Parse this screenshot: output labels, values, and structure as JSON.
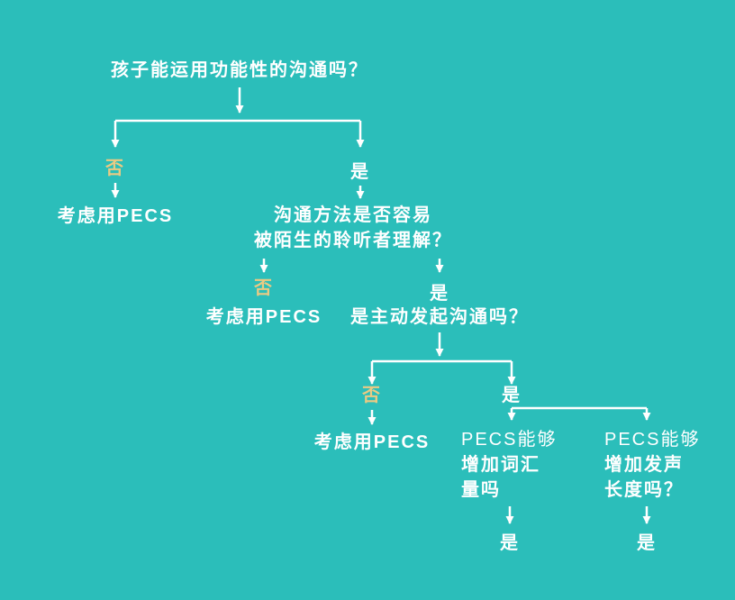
{
  "colors": {
    "background": "#2bbeba",
    "text": "#ffffff",
    "no_accent": "#eaca83"
  },
  "nodes": {
    "q1": "孩子能运用功能性的沟通吗？",
    "branch1": {
      "no": "否",
      "yes": "是"
    },
    "consider_pecs_1": "考虑用PECS",
    "q2": {
      "line1": "沟通方法是否容易",
      "line2": "被陌生的聆听者理解？"
    },
    "branch2": {
      "no": "否",
      "yes": "是"
    },
    "consider_pecs_2": "考虑用PECS",
    "q3": "是主动发起沟通吗？",
    "branch3": {
      "no": "否",
      "yes": "是"
    },
    "consider_pecs_3": "考虑用PECS",
    "q4_vocab": {
      "line1": "PECS能够",
      "line2": "增加词汇",
      "line3": "量吗"
    },
    "q4_voice": {
      "line1": "PECS能够",
      "line2": "增加发声",
      "line3": "长度吗？"
    },
    "result_vocab_yes": "是",
    "result_voice_yes": "是"
  }
}
